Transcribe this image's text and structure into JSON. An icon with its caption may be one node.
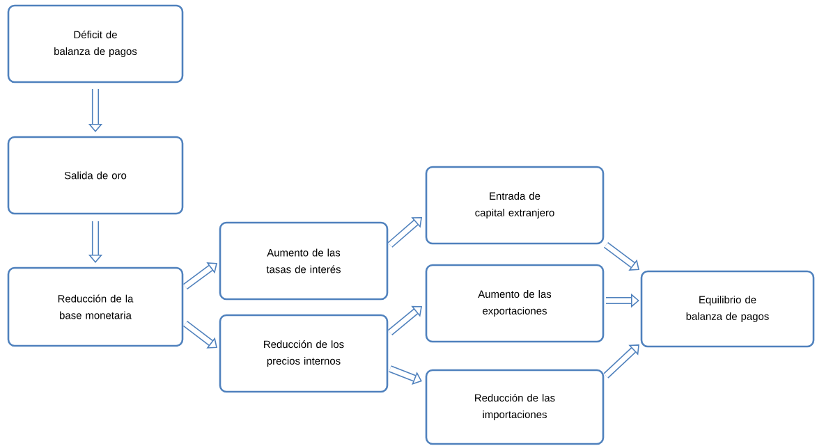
{
  "diagram": {
    "nodes": [
      {
        "text": [
          "Déficit de balanza de pagos"
        ]
      },
      {
        "text": [
          "Salida de oro"
        ]
      },
      {
        "text": [
          "Reducción de la base monetaria"
        ]
      },
      {
        "text": [
          "Aumento de las tasas de interés"
        ]
      },
      {
        "text": [
          "Reducción de los precios internos"
        ]
      },
      {
        "text": [
          "Entrada de capital extranjero"
        ]
      },
      {
        "text": [
          "Aumento de las exportaciones"
        ]
      },
      {
        "text": [
          "Reducción de las importaciones"
        ]
      },
      {
        "text": [
          "Equilibrio de balanza de pagos"
        ]
      }
    ],
    "edges": [
      {
        "from": 0,
        "to": 1,
        "arrow": "to"
      },
      {
        "from": 1,
        "to": 2,
        "arrow": "to"
      },
      {
        "from": 2,
        "to": 3,
        "arrow": "to"
      },
      {
        "from": 2,
        "to": 4,
        "arrow": "to"
      },
      {
        "from": 3,
        "to": 5,
        "arrow": "to"
      },
      {
        "from": 4,
        "to": 6,
        "arrow": "to"
      },
      {
        "from": 4,
        "to": 7,
        "arrow": "to"
      },
      {
        "from": 5,
        "to": 8,
        "arrow": "to"
      },
      {
        "from": 6,
        "to": 8,
        "arrow": "to"
      },
      {
        "from": 7,
        "to": 8,
        "arrow": "to"
      }
    ]
  }
}
